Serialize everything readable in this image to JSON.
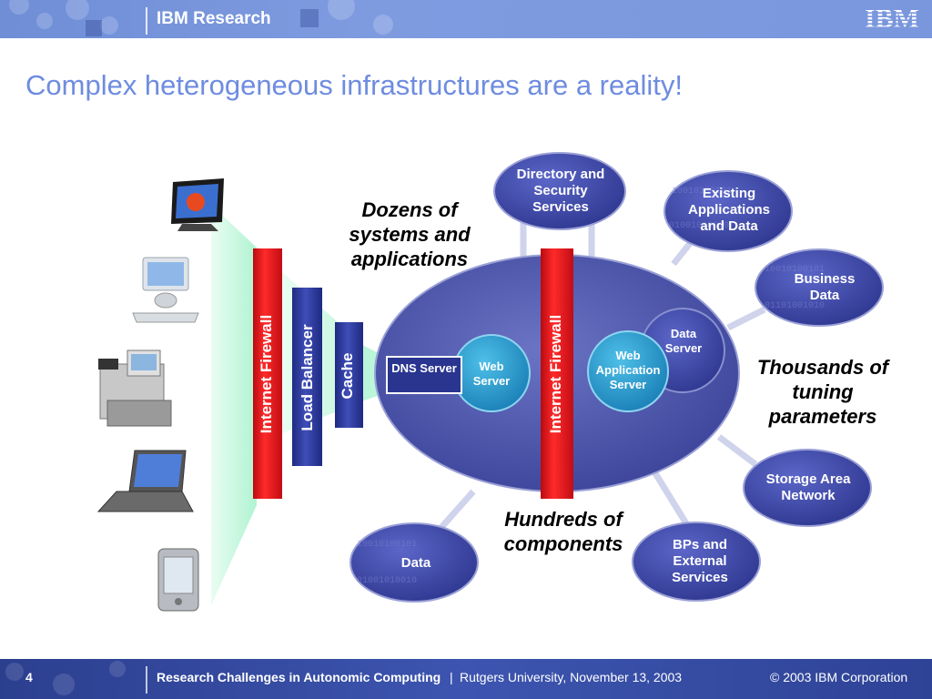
{
  "header": {
    "title": "IBM Research",
    "logo_text": "IBM"
  },
  "slide": {
    "title": "Complex heterogeneous infrastructures are a reality!"
  },
  "diagram": {
    "tiers": {
      "firewall_left": "Internet Firewall",
      "load_balancer": "Load Balancer",
      "cache": "Cache",
      "dns_server": "DNS Server",
      "web_server": "Web Server",
      "firewall_inner": "Internet Firewall",
      "web_app_server": "Web Application Server",
      "data_server": "Data Server"
    },
    "satellites": {
      "directory": "Directory and Security Services",
      "existing_apps": "Existing Applications and Data",
      "business_data": "Business Data",
      "storage": "Storage Area Network",
      "bps": "BPs and External Services",
      "data": "Data"
    },
    "notes": {
      "dozens": "Dozens of systems and applications",
      "thousands": "Thousands of tuning parameters",
      "hundreds": "Hundreds of components"
    },
    "colors": {
      "firewall": "#e8121a",
      "load_balancer": "#2e3a9c",
      "ellipse": "#4a55a8",
      "server": "#2aa0d0",
      "satellite": "#3a44a6",
      "beam": "#7ef0b8"
    }
  },
  "footer": {
    "page_number": "4",
    "presentation_title": "Research Challenges in Autonomic Computing",
    "separator": "|",
    "venue": "Rutgers University, November 13, 2003",
    "copyright": "© 2003 IBM Corporation"
  }
}
